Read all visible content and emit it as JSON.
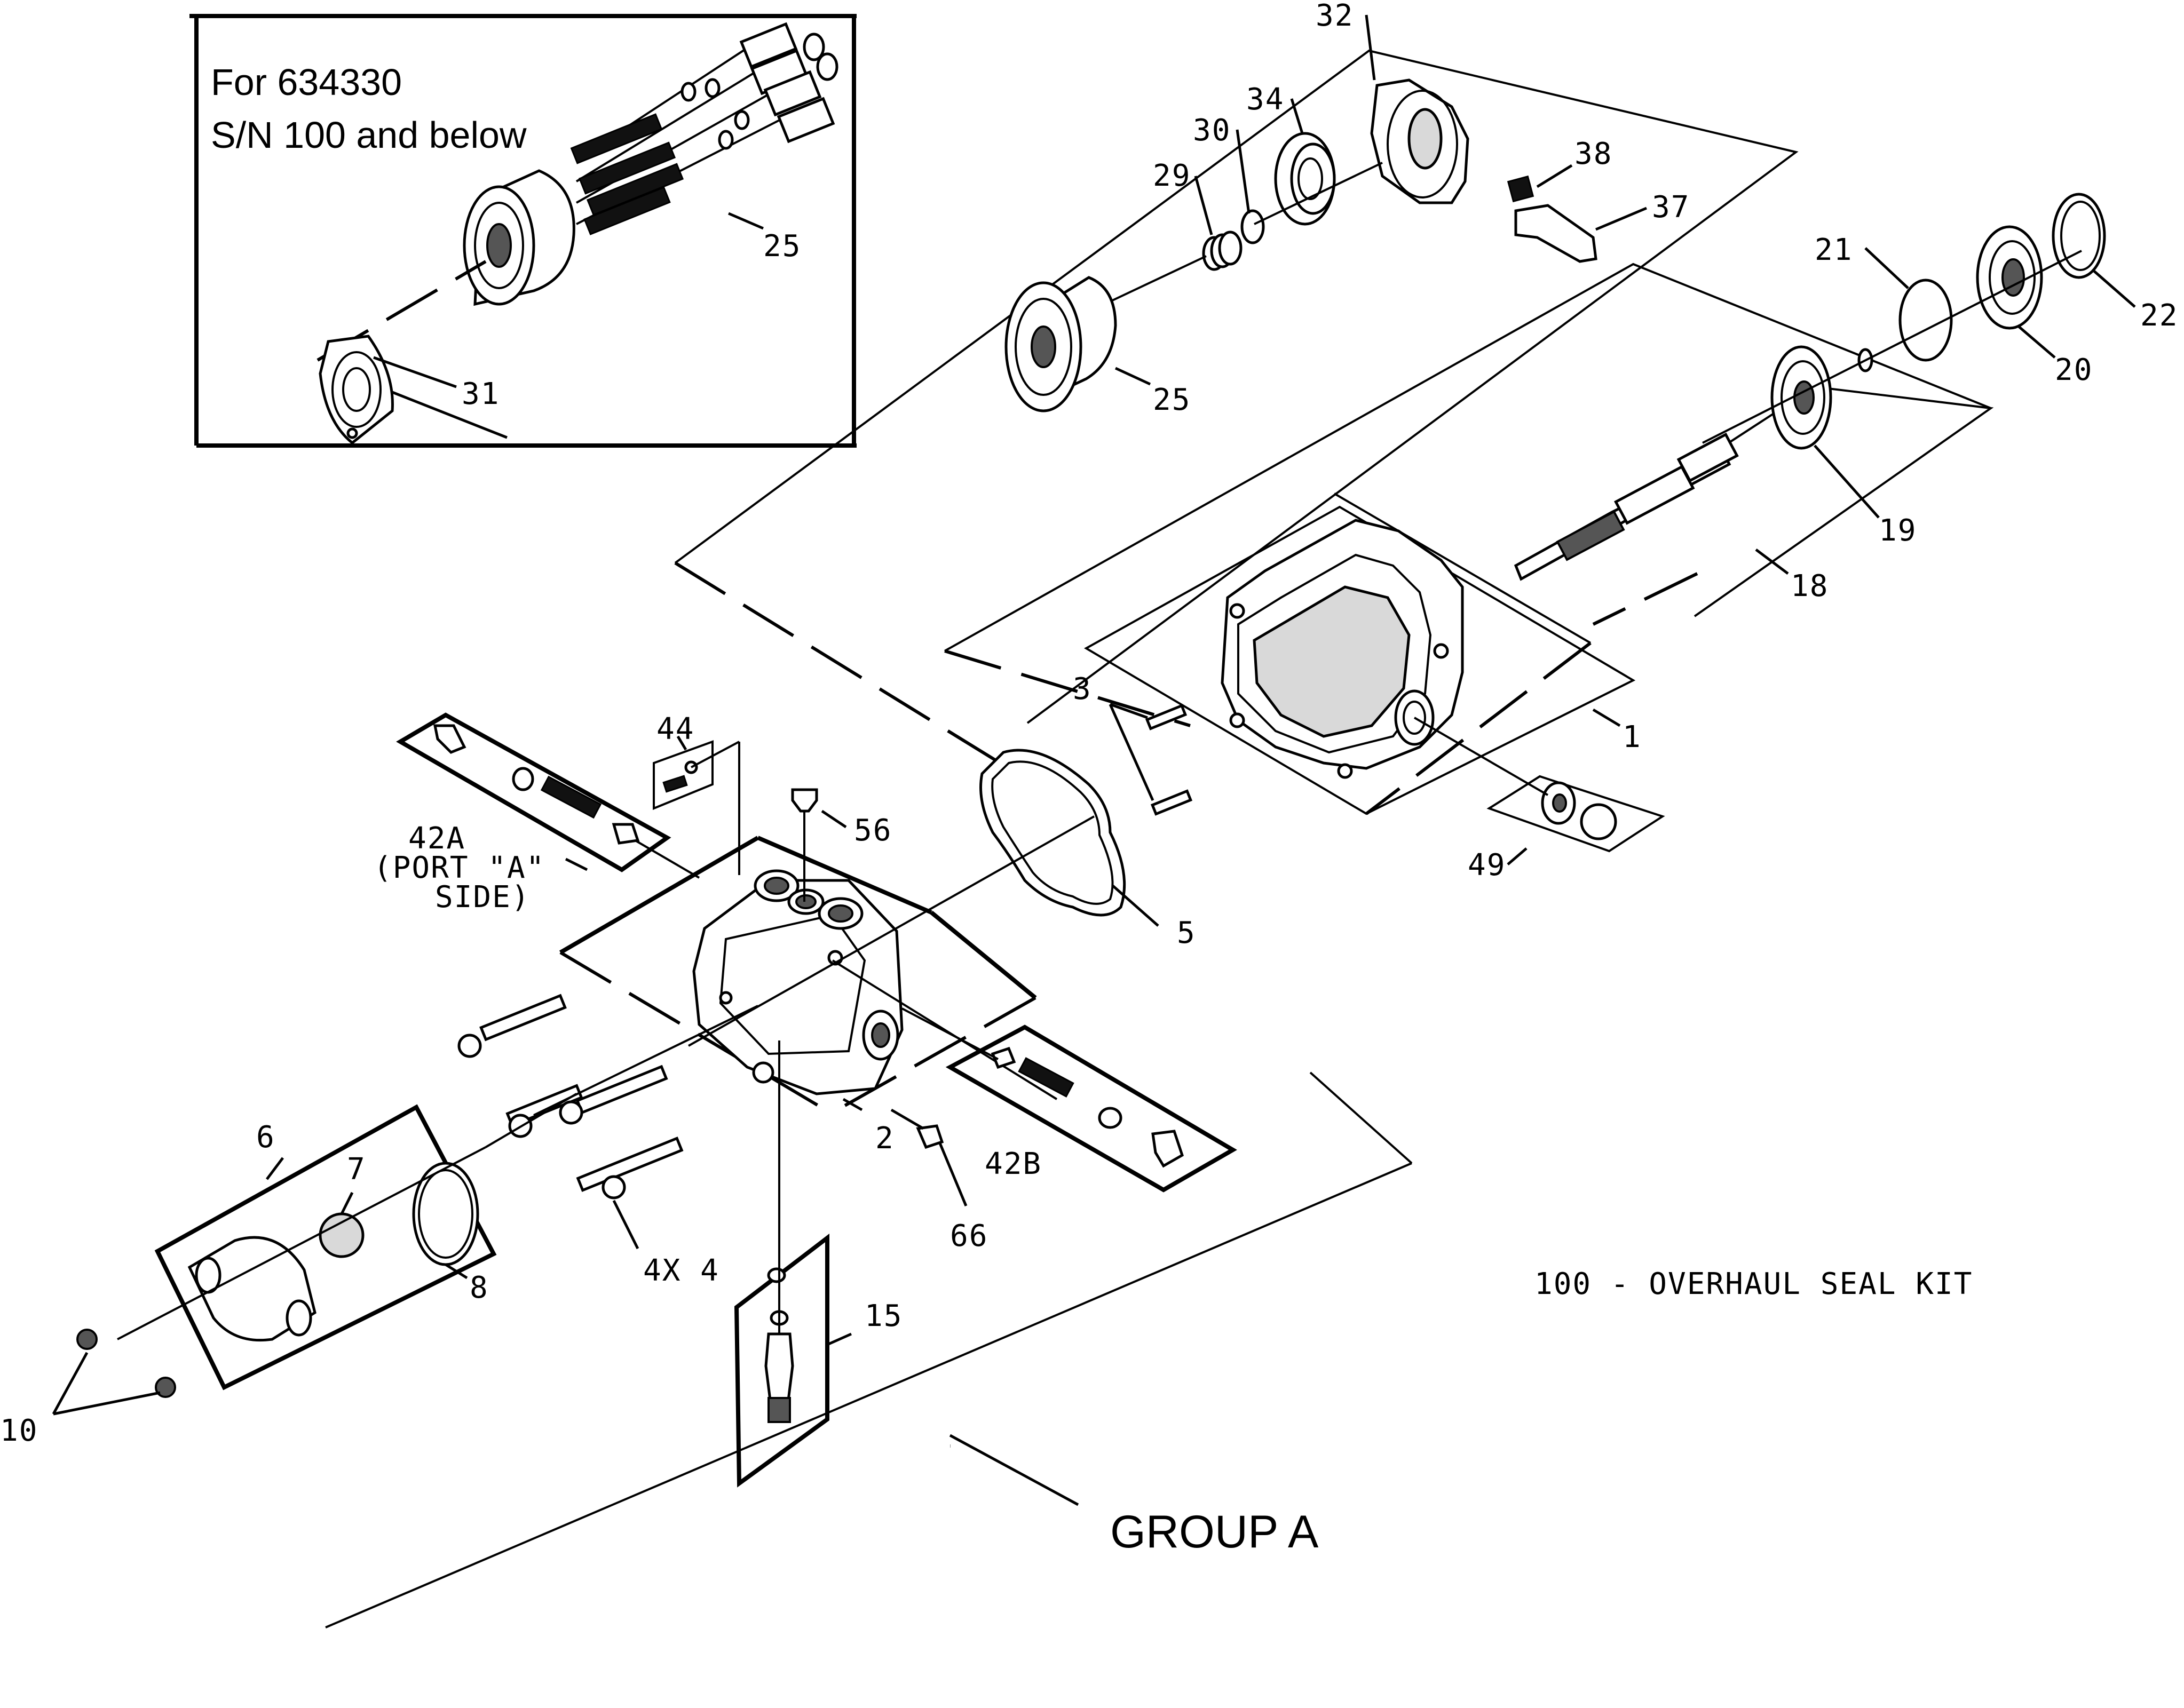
{
  "inset": {
    "title_line1": "For 634330",
    "title_line2": "S/N 100 and below"
  },
  "callouts": {
    "c1": "1",
    "c2": "2",
    "c3": "3",
    "c4": "4X 4",
    "c5": "5",
    "c6": "6",
    "c7": "7",
    "c8": "8",
    "c10": "10",
    "c15": "15",
    "c18": "18",
    "c19": "19",
    "c20": "20",
    "c21": "21",
    "c22": "22",
    "c25_main": "25",
    "c25_inset": "25",
    "c29": "29",
    "c30": "30",
    "c31": "31",
    "c32": "32",
    "c34": "34",
    "c37": "37",
    "c38": "38",
    "c42a_1": "42A",
    "c42a_2": "(PORT \"A\"",
    "c42a_3": "SIDE)",
    "c42b": "42B",
    "c44": "44",
    "c49": "49",
    "c56": "56",
    "c66": "66"
  },
  "notes": {
    "seal_kit": "100 - OVERHAUL SEAL KIT",
    "group": "GROUP A"
  }
}
